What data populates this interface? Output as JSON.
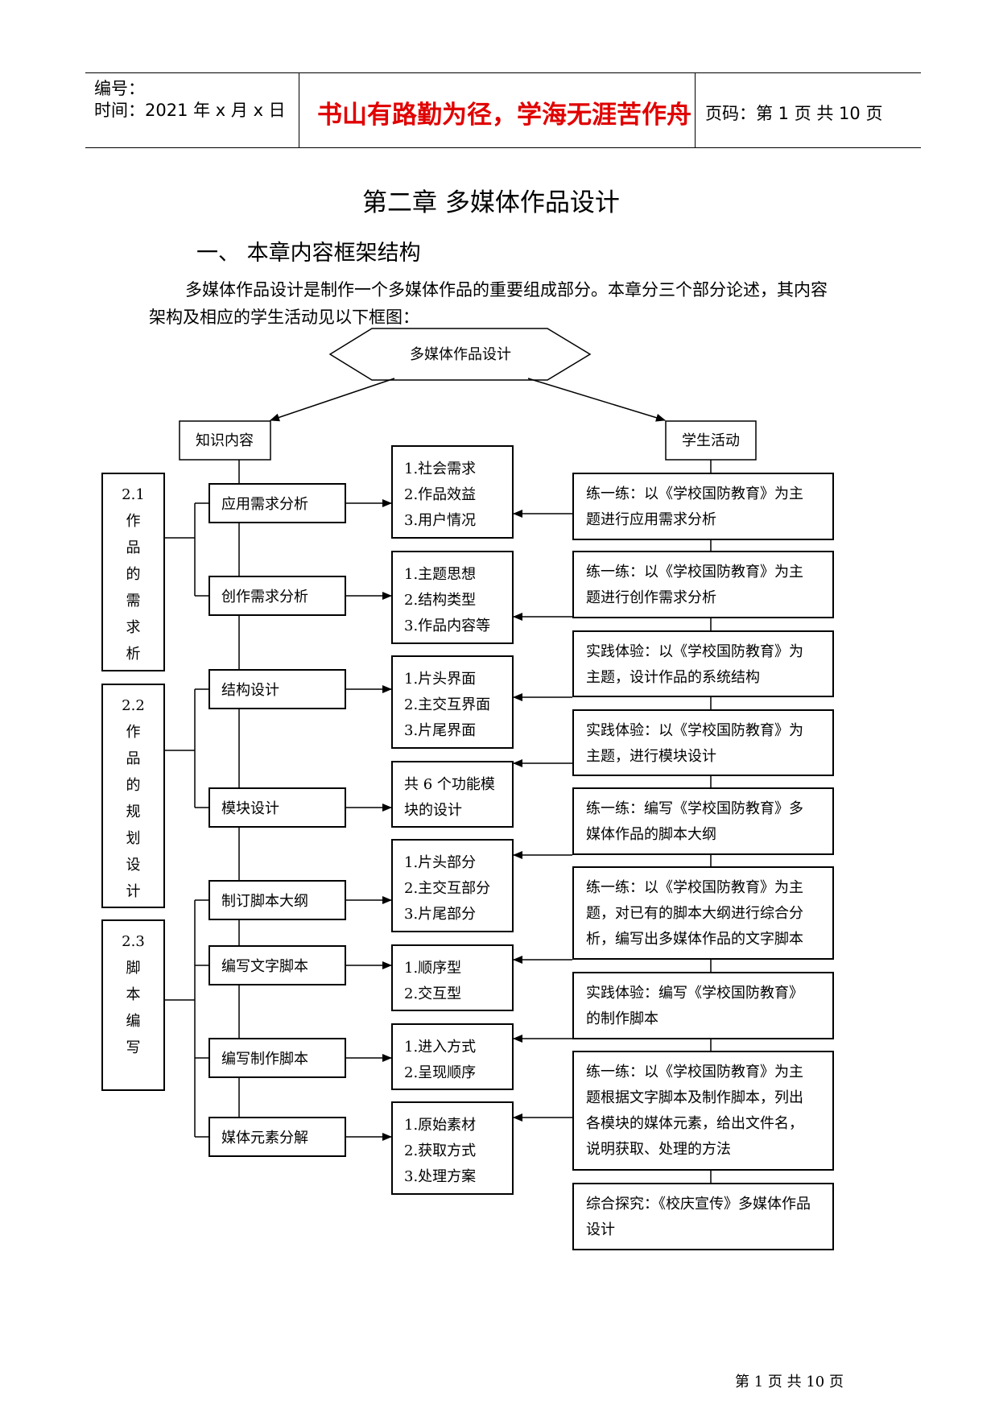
{
  "header": {
    "number_label": "编号：",
    "time_label": "时间：2021 年 x 月 x 日",
    "motto": "书山有路勤为径，学海无涯苦作舟",
    "page_label": "页码：第 1 页  共 10 页"
  },
  "chapter_title": "第二章  多媒体作品设计",
  "section_title": "一、  本章内容框架结构",
  "intro": {
    "line1": "多媒体作品设计是制作一个多媒体作品的重要组成部分。本章分三个部分论述，其内容",
    "line2": "架构及相应的学生活动见以下框图："
  },
  "flowchart": {
    "root": "多媒体作品设计",
    "left_branch": "知识内容",
    "right_branch": "学生活动",
    "groups": [
      {
        "label": [
          "2.1",
          "作",
          "品",
          "的",
          "需",
          "求",
          "析"
        ]
      },
      {
        "label": [
          "2.2",
          "作",
          "品",
          "的",
          "规",
          "划",
          "设",
          "计"
        ]
      },
      {
        "label": [
          "2.3",
          "脚",
          "本",
          "编",
          "写"
        ]
      }
    ],
    "topics": [
      "应用需求分析",
      "创作需求分析",
      "结构设计",
      "模块设计",
      "制订脚本大纲",
      "编写文字脚本",
      "编写制作脚本",
      "媒体元素分解"
    ],
    "details": [
      [
        "1.社会需求",
        "2.作品效益",
        "3.用户情况"
      ],
      [
        "1.主题思想",
        "2.结构类型",
        "3.作品内容等"
      ],
      [
        "1.片头界面",
        "2.主交互界面",
        "3.片尾界面"
      ],
      [
        "共 6 个功能模",
        "块的设计"
      ],
      [
        "1.片头部分",
        "2.主交互部分",
        "3.片尾部分"
      ],
      [
        "1.顺序型",
        "2.交互型"
      ],
      [
        "1.进入方式",
        "2.呈现顺序"
      ],
      [
        "1.原始素材",
        "2.获取方式",
        "3.处理方案"
      ]
    ],
    "activities": [
      [
        "练一练：以《学校国防教育》为主",
        "题进行应用需求分析"
      ],
      [
        "练一练：以《学校国防教育》为主",
        "题进行创作需求分析"
      ],
      [
        "实践体验：以《学校国防教育》为",
        "主题，设计作品的系统结构"
      ],
      [
        "实践体验：以《学校国防教育》为",
        "主题，进行模块设计"
      ],
      [
        "练一练：编写《学校国防教育》多",
        "媒体作品的脚本大纲"
      ],
      [
        "练一练：以《学校国防教育》为主",
        "题，对已有的脚本大纲进行综合分",
        "析，编写出多媒体作品的文字脚本"
      ],
      [
        "实践体验：编写《学校国防教育》",
        "的制作脚本"
      ],
      [
        "练一练：以《学校国防教育》为主",
        "题根据文字脚本及制作脚本，列出",
        "各模块的媒体元素，给出文件名，",
        "说明获取、处理的方法"
      ],
      [
        "综合探究：《校庆宣传》多媒体作品",
        "设计"
      ]
    ]
  },
  "footer": "第  1  页  共  10  页"
}
